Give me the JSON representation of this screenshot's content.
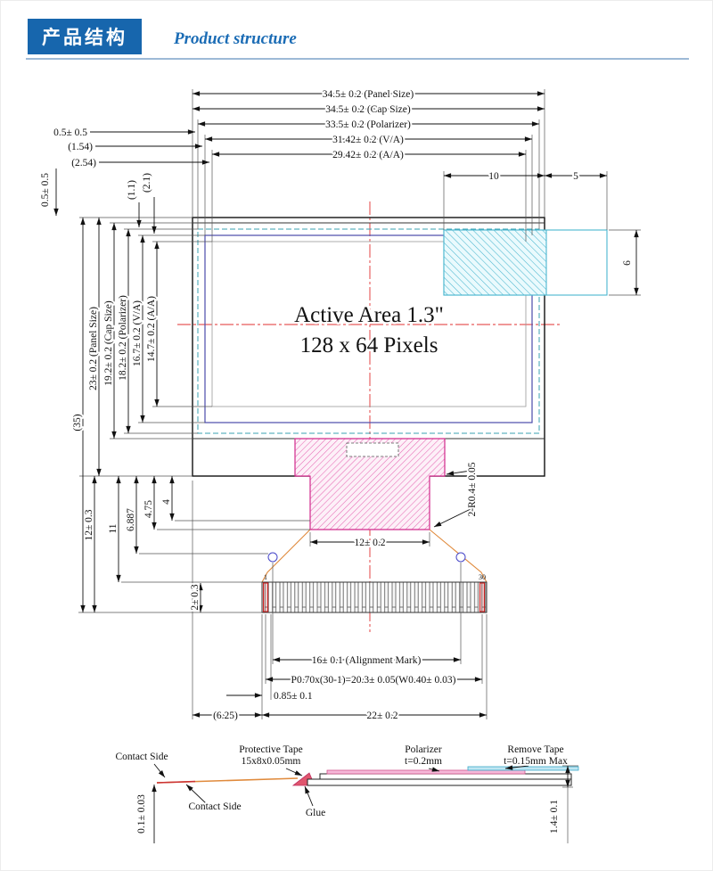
{
  "header": {
    "title_cn": "产品结构",
    "title_en": "Product structure"
  },
  "panel_text": {
    "line1": "Active Area 1.3\"",
    "line2": "128 x 64 Pixels"
  },
  "dims": {
    "panel_w": "34.5± 0.2 (Panel Size)",
    "cap_w": "34.5± 0.2 (Cap Size)",
    "pol_w": "33.5± 0.2 (Polarizer)",
    "va_w": "31.42± 0.2 (V/A)",
    "aa_w": "29.42± 0.2 (A/A)",
    "tape_w": "10",
    "tape_overhang": "5",
    "tape_h": "6",
    "off_h1": "0.5± 0.5",
    "off_h2": "(1.54)",
    "off_h3": "(2.54)",
    "off_v1": "0.5± 0.5",
    "off_v2": "(1.1)",
    "off_v3": "(2.1)",
    "total_h": "(35)",
    "panel_h": "23± 0.2 (Panel Size)",
    "cap_h": "19.2± 0.2 (Cap Size)",
    "pol_h": "18.2± 0.2 (Polarizer)",
    "va_h": "16.7± 0.2 (V/A)",
    "aa_h": "14.7± 0.2 (A/A)",
    "fpc_len": "12± 0.3",
    "fpc_11": "11",
    "fpc_6887": "6.887",
    "fpc_475": "4.75",
    "fpc_4": "4",
    "pin_len": "2± 0.3",
    "radius_note": "2-R0.4± 0.05",
    "fpc_w": "12± 0.2",
    "pin_first": "1",
    "pin_last": "30",
    "align_mark": "16± 0.1 (Alignment Mark)",
    "pitch": "P0.70x(30-1)=20.3± 0.05(W0.40± 0.03)",
    "pin_offset": "0.85± 0.1",
    "conn_off": "(6.25)",
    "conn_w": "22± 0.2"
  },
  "side": {
    "contact_top": "Contact Side",
    "prot_tape1": "Protective Tape",
    "prot_tape2": "15x8x0.05mm",
    "polarizer1": "Polarizer",
    "polarizer2": "t=0.2mm",
    "remove1": "Remove Tape",
    "remove2": "t=0.15mm Max",
    "contact_bottom": "Contact Side",
    "glue": "Glue",
    "flex_t": "0.1± 0.03",
    "total_t": "1.4± 0.1"
  },
  "colors": {
    "accent_blue": "#1766ad",
    "center_line_red": "#e03030",
    "tape_cyan": "#49b6cf",
    "fpc_magenta": "#d12a8c",
    "va_purple": "#4b4bab"
  }
}
